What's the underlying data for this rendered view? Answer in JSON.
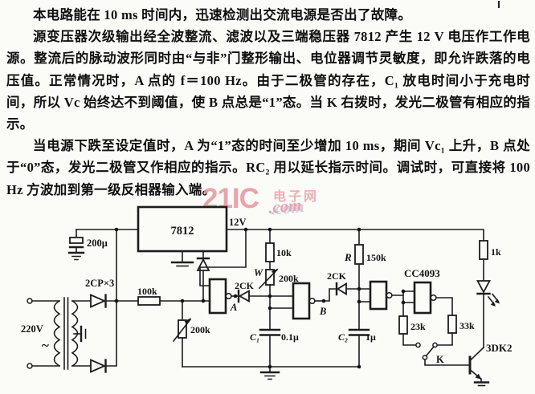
{
  "document": {
    "paragraphs": [
      "本电路能在 10 ms 时间内，迅速检测出交流电源是否出了故障。",
      "源变压器次级输出经全波整流、滤波以及三端稳压器 7812 产生 12 V 电压作工作电源。整流后的脉动波形同时由“与非”门整形输出、电位器调节灵敏度，即允许跌落的电压值。正常情况时，A 点的 f＝100 Hz。由于二极管的存在，C₁ 放电时间小于充电时间，所以 Vc 始终达不到阈值，使 B 点总是“1”态。当 K 右拨时，发光二极管有相应的指示。",
      "当电源下跌至设定值时，A 为“1”态的时间至少增加 10 ms，期间 Vc₁ 上升，B 点处于“0”态，发光二极管又作相应的指示。RC₂ 用以延长指示时间。调试时，可直接将 100 Hz 方波加到第一级反相器输入端。"
    ]
  },
  "watermark": {
    "logo": "21IC",
    "dotcom": ".com",
    "cn": "电子网"
  },
  "schematic": {
    "regulator": "7812",
    "rail_voltage": "12V",
    "filter_cap": "200μ",
    "rectifier_diodes": "2CP×3",
    "input_resistor": "100k",
    "pot1": "200k",
    "mains_voltage": "220V",
    "mains_ac": "~",
    "node_a": "A",
    "diode1": "2CK",
    "pot2_label": "W",
    "pot2_value": "200k",
    "r10k": "10k",
    "r_label": "R",
    "r_value": "150k",
    "diode2": "2CK",
    "node_b": "B",
    "ic": "CC4093",
    "r23k": "23k",
    "r33k": "33k",
    "switch": "K",
    "r1k": "1k",
    "transistor": "3DK2",
    "c1_label": "C₁",
    "c1_value": "0.1μ",
    "c2_label": "C₂",
    "c2_value": "1μ"
  }
}
